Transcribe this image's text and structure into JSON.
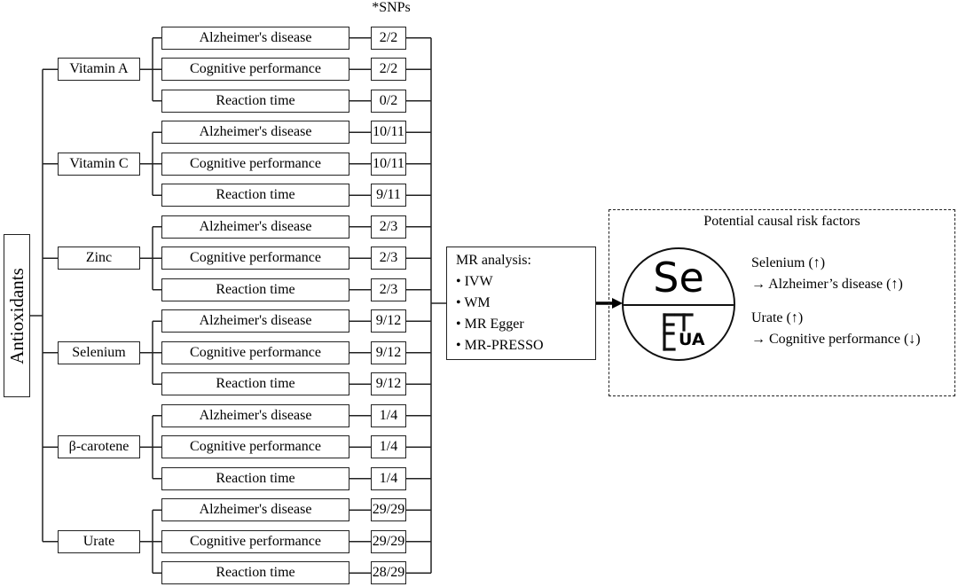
{
  "root_label": "Antioxidants",
  "snps_header": "*SNPs",
  "antioxidants": [
    {
      "name": "Vitamin A",
      "outcomes": [
        {
          "label": "Alzheimer's disease",
          "snps": "2/2"
        },
        {
          "label": "Cognitive performance",
          "snps": "2/2"
        },
        {
          "label": "Reaction time",
          "snps": "0/2"
        }
      ]
    },
    {
      "name": "Vitamin C",
      "outcomes": [
        {
          "label": "Alzheimer's disease",
          "snps": "10/11"
        },
        {
          "label": "Cognitive performance",
          "snps": "10/11"
        },
        {
          "label": "Reaction time",
          "snps": "9/11"
        }
      ]
    },
    {
      "name": "Zinc",
      "outcomes": [
        {
          "label": "Alzheimer's disease",
          "snps": "2/3"
        },
        {
          "label": "Cognitive performance",
          "snps": "2/3"
        },
        {
          "label": "Reaction time",
          "snps": "2/3"
        }
      ]
    },
    {
      "name": "Selenium",
      "outcomes": [
        {
          "label": "Alzheimer's disease",
          "snps": "9/12"
        },
        {
          "label": "Cognitive performance",
          "snps": "9/12"
        },
        {
          "label": "Reaction time",
          "snps": "9/12"
        }
      ]
    },
    {
      "name": "β-carotene",
      "outcomes": [
        {
          "label": "Alzheimer's disease",
          "snps": "1/4"
        },
        {
          "label": "Cognitive performance",
          "snps": "1/4"
        },
        {
          "label": "Reaction time",
          "snps": "1/4"
        }
      ]
    },
    {
      "name": "Urate",
      "outcomes": [
        {
          "label": "Alzheimer's disease",
          "snps": "29/29"
        },
        {
          "label": "Cognitive performance",
          "snps": "29/29"
        },
        {
          "label": "Reaction time",
          "snps": "28/29"
        }
      ]
    }
  ],
  "mr_analysis": {
    "title": "MR analysis:",
    "methods": [
      "• IVW",
      "• WM",
      "• MR Egger",
      "• MR-PRESSO"
    ]
  },
  "results": {
    "title": "Potential causal risk factors",
    "emblem_top": "Se",
    "emblem_bottom": "UA",
    "findings": [
      {
        "exposure": "Selenium (↑)",
        "effect": "→ Alzheimer’s disease (↑)"
      },
      {
        "exposure": "Urate (↑)",
        "effect": "→ Cognitive performance (↓)"
      }
    ]
  }
}
